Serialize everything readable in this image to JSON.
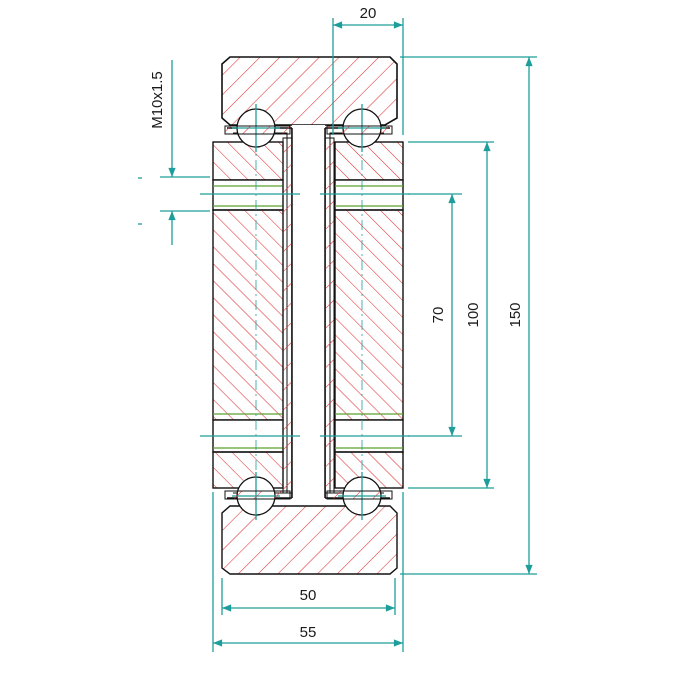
{
  "drawing": {
    "dimensions": {
      "top_width": "20",
      "thread": "M10x1.5",
      "inner_height": "70",
      "mid_height": "100",
      "overall_height": "150",
      "plate_width": "50",
      "overall_width": "55"
    },
    "colors": {
      "hatch": "#e03030",
      "dimension": "#1e9e9a",
      "outline": "#111111",
      "thread_line": "#5aa02c"
    }
  }
}
